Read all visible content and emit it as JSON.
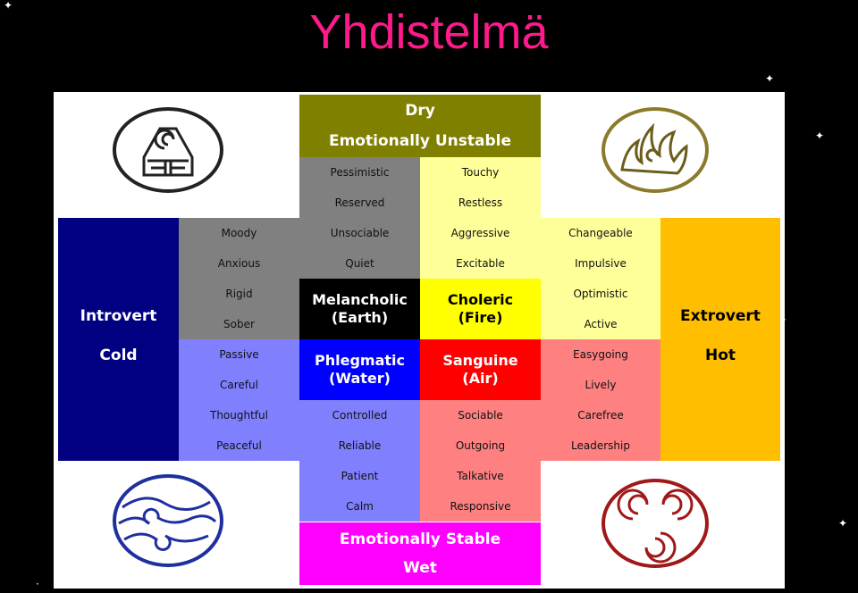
{
  "title": "Yhdistelmä",
  "top_band": {
    "line1": "Dry",
    "line2": "Emotionally Unstable"
  },
  "bottom_band": {
    "line1": "Emotionally Stable",
    "line2": "Wet"
  },
  "left_band": {
    "line1": "Introvert",
    "line2": "Cold"
  },
  "right_band": {
    "line1": "Extrovert",
    "line2": "Hot"
  },
  "cores": {
    "melancholic": "Melancholic\n(Earth)",
    "choleric": "Choleric\n(Fire)",
    "phlegmatic": "Phlegmatic\n(Water)",
    "sanguine": "Sanguine\n(Air)"
  },
  "traits": {
    "gray_top": [
      "Pessimistic",
      "Reserved",
      "Unsociable",
      "Quiet"
    ],
    "gray_left": [
      "Moody",
      "Anxious",
      "Rigid",
      "Sober"
    ],
    "yellow_top": [
      "Touchy",
      "Restless",
      "Aggressive",
      "Excitable"
    ],
    "yellow_right": [
      "Changeable",
      "Impulsive",
      "Optimistic",
      "Active"
    ],
    "blue_left": [
      "Passive",
      "Careful",
      "Thoughtful",
      "Peaceful"
    ],
    "blue_bottom": [
      "Controlled",
      "Reliable",
      "Patient",
      "Calm"
    ],
    "red_right": [
      "Easygoing",
      "Lively",
      "Carefree",
      "Leadership"
    ],
    "red_bottom": [
      "Sociable",
      "Outgoing",
      "Talkative",
      "Responsive"
    ]
  },
  "colors": {
    "title": "#ff1a8c",
    "dry": "#7f7f00",
    "wet": "#ff00ff",
    "introvert": "#000080",
    "extrovert": "#ffbf00",
    "melancholic_core": "#000000",
    "choleric_core": "#ffff00",
    "phlegmatic_core": "#0000ff",
    "sanguine_core": "#ff0000",
    "gray": "#808080",
    "light_yellow": "#ffff99",
    "light_blue": "#8080ff",
    "light_red": "#ff8080"
  },
  "icons": [
    "earth-emblem-icon",
    "fire-emblem-icon",
    "water-emblem-icon",
    "air-emblem-icon"
  ]
}
